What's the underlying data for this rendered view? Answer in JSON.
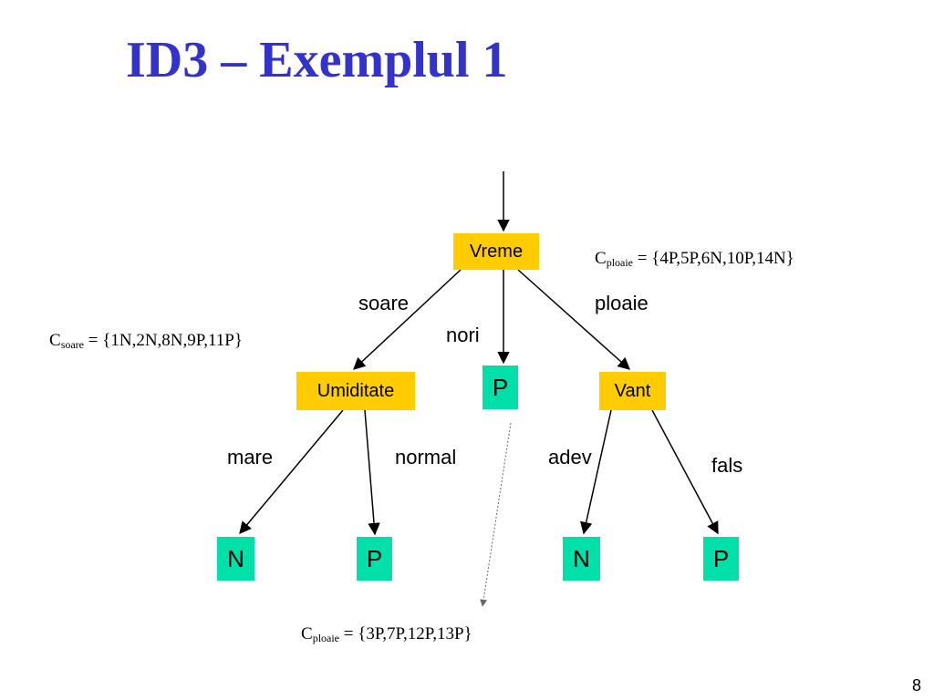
{
  "slide": {
    "title": "ID3 – Exemplul 1",
    "page_number": "8"
  },
  "tree": {
    "root": "Vreme",
    "branch_soare": "soare",
    "branch_nori": "nori",
    "branch_ploaie": "ploaie",
    "node_umiditate": "Umiditate",
    "node_vant": "Vant",
    "leaf_nori": "P",
    "branch_mare": "mare",
    "branch_normal": "normal",
    "branch_adev": "adev",
    "branch_fals": "fals",
    "leaf_mare": "N",
    "leaf_normal": "P",
    "leaf_adev": "N",
    "leaf_fals": "P"
  },
  "sets": {
    "soare": {
      "c": "C",
      "sub": "soare",
      "value": " = {1N,2N,8N,9P,11P}"
    },
    "ploaie_top": {
      "c": "C",
      "sub": "ploaie",
      "value": " = {4P,5P,6N,10P,14N}"
    },
    "ploaie_bottom": {
      "c": "C",
      "sub": "ploaie",
      "value": " = {3P,7P,12P,13P}"
    }
  },
  "colors": {
    "title": "#3333cc",
    "attribute_node": "#ffcc00",
    "leaf_node": "#00e0a8"
  }
}
